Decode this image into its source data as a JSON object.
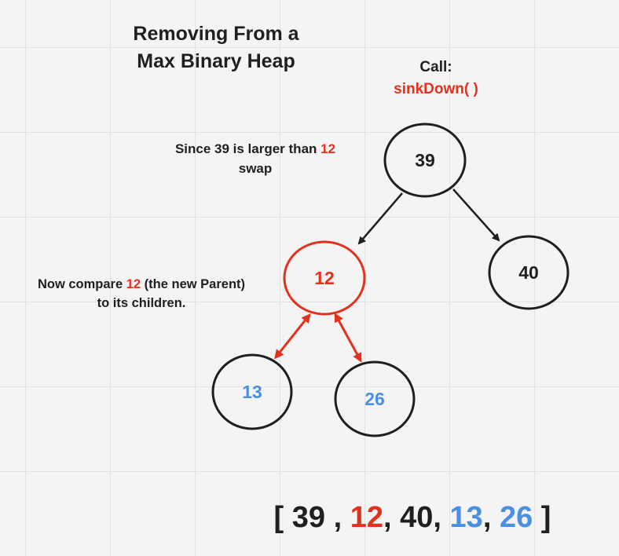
{
  "title": {
    "line1": "Removing From a",
    "line2": "Max Binary Heap"
  },
  "call": {
    "label": "Call:",
    "fn": "sinkDown( )"
  },
  "notes": {
    "swap": {
      "before": "Since 39 is larger than ",
      "highlight": "12",
      "after": "swap"
    },
    "compare": {
      "before": "Now compare ",
      "highlight": "12",
      "after": " (the new Parent)",
      "line2": "to its children."
    }
  },
  "nodes": {
    "root": {
      "value": "39"
    },
    "left": {
      "value": "12"
    },
    "right": {
      "value": "40"
    },
    "left_left": {
      "value": "13"
    },
    "left_right": {
      "value": "26"
    }
  },
  "array": {
    "open": "[",
    "v0": "39",
    "sep0": " , ",
    "v1": "12",
    "sep1": ", ",
    "v2": "40",
    "sep2": ", ",
    "v3": "13",
    "sep3": ", ",
    "v4": "26",
    "close": "]"
  },
  "colors": {
    "highlight": "#e2321d",
    "child": "#4a90e2",
    "ink": "#1f1f1f"
  }
}
